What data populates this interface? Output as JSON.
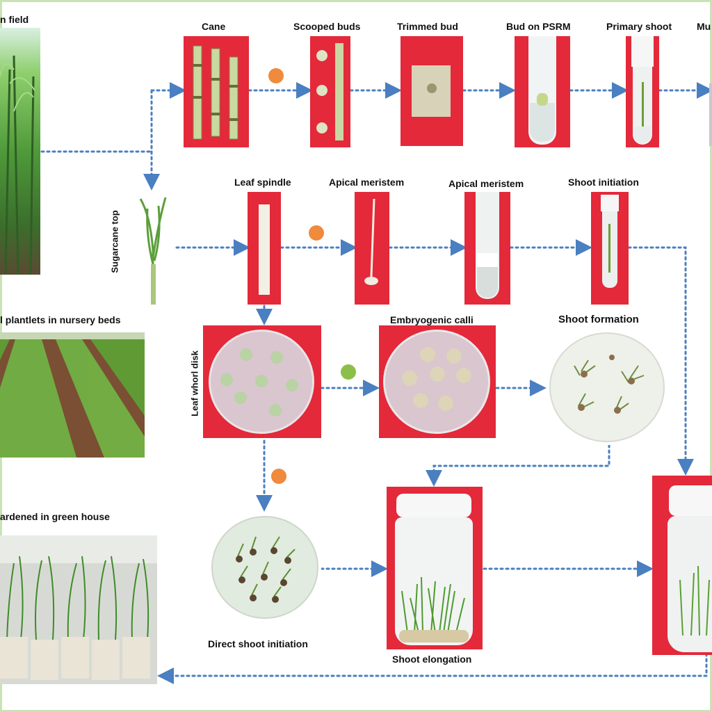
{
  "labels": {
    "field": "n field",
    "cane": "Cane",
    "scooped": "Scooped buds",
    "trimmed": "Trimmed bud",
    "bud_psrm": "Bud on PSRM",
    "primary": "Primary shoot",
    "mu": "Mu",
    "sugarcane_top": "Sugarcane top",
    "leaf_spindle": "Leaf spindle",
    "apical1": "Apical meristem",
    "apical2": "Apical meristem",
    "shoot_init": "Shoot initiation",
    "nursery": "l plantlets in nursery beds",
    "leaf_disk": "Leaf whorl disk",
    "embryogenic": "Embryogenic calli",
    "shoot_formation": "Shoot formation",
    "hardened": "ardened in green house",
    "direct_shoot": "Direct shoot  initiation",
    "elongation": "Shoot elongation"
  },
  "colors": {
    "arrow": "#4a7fc1",
    "dot_orange": "#f08a3c",
    "dot_green": "#8cbf4a",
    "photo_red": "#e3293a",
    "border": "#c9e3b4"
  },
  "icons": [
    "orange-dot",
    "green-dot"
  ]
}
